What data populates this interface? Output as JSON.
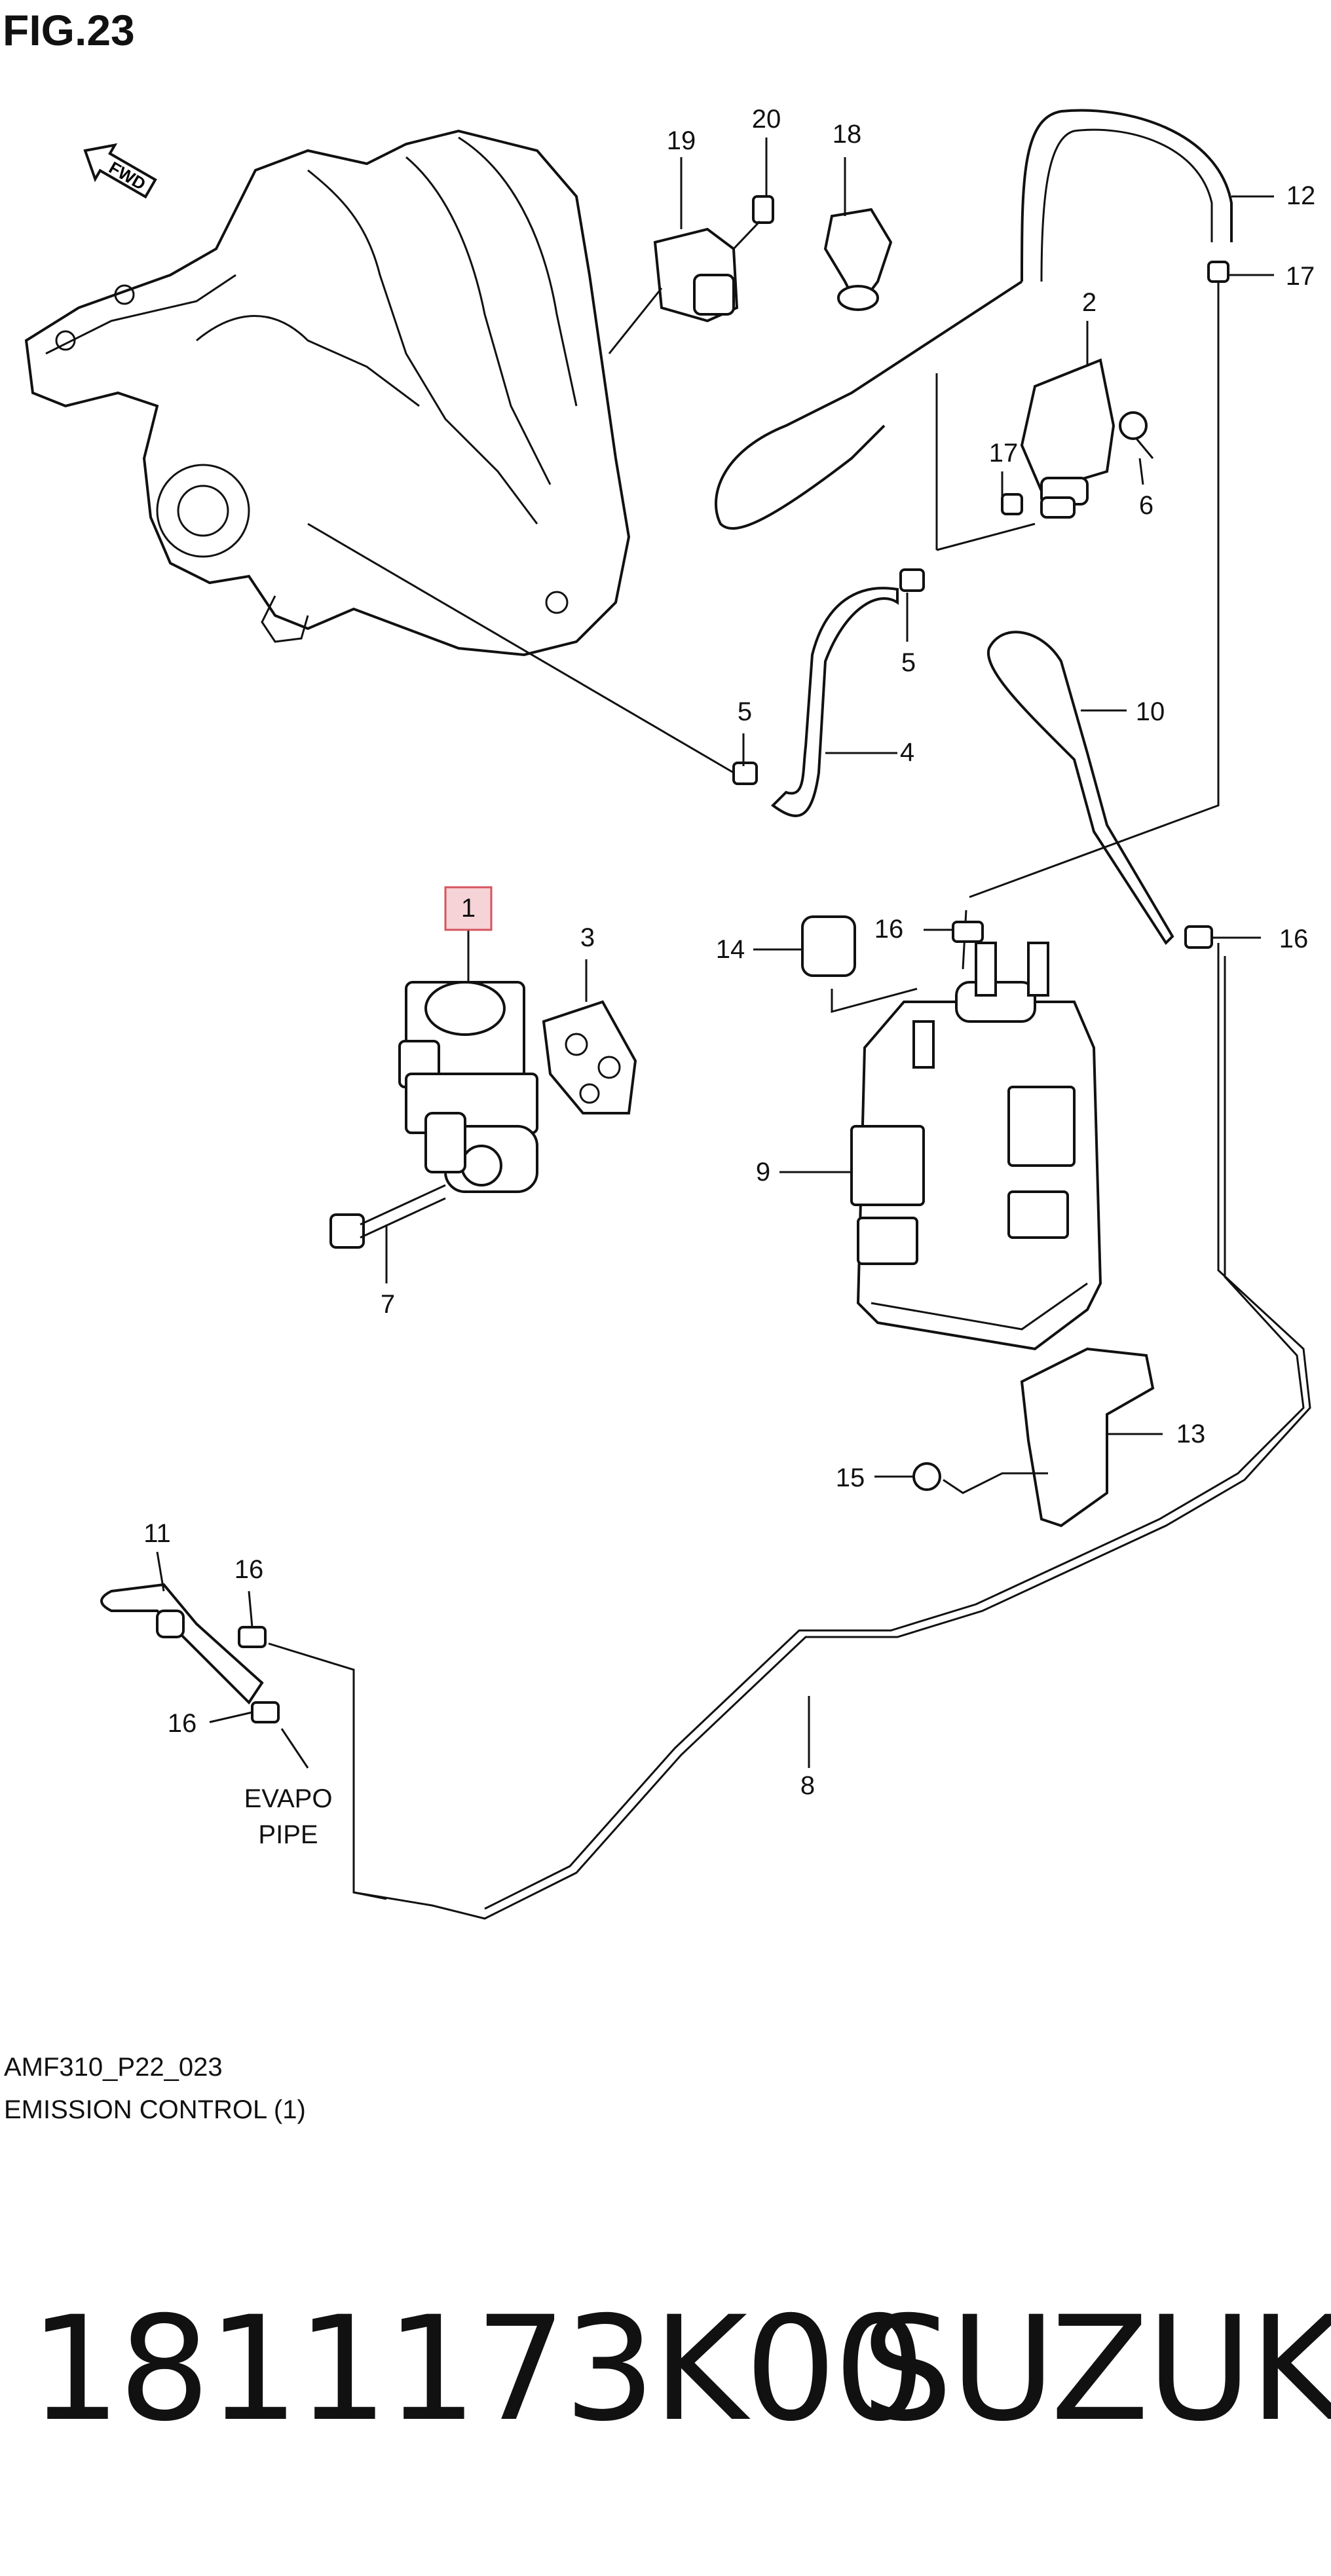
{
  "figure": {
    "title": "FIG.23",
    "fwd_label": "FWD"
  },
  "captions": {
    "code": "AMF310_P22_023",
    "section": "EMISSION CONTROL (1)"
  },
  "callouts": {
    "c1": "1",
    "c2": "2",
    "c3": "3",
    "c4": "4",
    "c5a": "5",
    "c5b": "5",
    "c6": "6",
    "c7": "7",
    "c8": "8",
    "c9": "9",
    "c10": "10",
    "c11": "11",
    "c12": "12",
    "c13": "13",
    "c14": "14",
    "c15": "15",
    "c16a": "16",
    "c16b": "16",
    "c16c": "16",
    "c16d": "16",
    "c17a": "17",
    "c17b": "17",
    "c18": "18",
    "c19": "19",
    "c20": "20"
  },
  "note": {
    "line1": "EVAPO",
    "line2": "PIPE"
  },
  "highlight_color": "#f6d3d6",
  "highlight_border": "#d6545e",
  "footer": {
    "part_number": "1811173K00",
    "brand": "SUZUKI"
  }
}
